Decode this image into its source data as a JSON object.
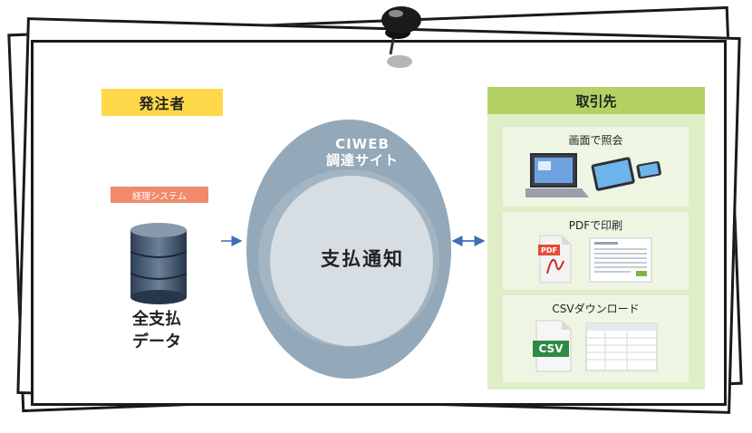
{
  "diagram": {
    "orderer": {
      "label": "発注者",
      "system_tag": "経理システム",
      "data_caption_line1": "全支払",
      "data_caption_line2": "データ"
    },
    "site": {
      "line1": "CIWEB",
      "line2": "調達サイト",
      "center": "支払通知"
    },
    "supplier": {
      "label": "取引先",
      "methods": [
        {
          "title": "画面で照会"
        },
        {
          "title": "PDFで印刷"
        },
        {
          "title": "CSVダウンロード"
        }
      ]
    },
    "icons": {
      "pdf_badge": "PDF",
      "csv_badge": "CSV"
    },
    "colors": {
      "orderer_label": "#ffd84a",
      "accounting_tag": "#f08a6a",
      "supplier_header": "#b4d264",
      "supplier_panel": "#dfeec7",
      "site_outer": "#93a8b8",
      "site_inner": "#d6dde3",
      "arrow": "#3f6fb5"
    }
  }
}
